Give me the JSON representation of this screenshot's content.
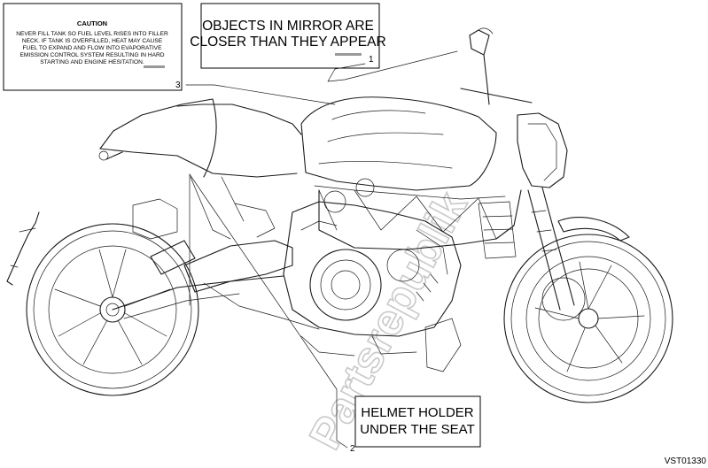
{
  "caution_decal": {
    "title": "CAUTION",
    "lines": [
      "NEVER FILL TANK SO FUEL LEVEL RISES INTO FILLER",
      "NECK. IF TANK IS OVERFILLED, HEAT MAY CAUSE",
      "FUEL TO EXPAND AND FLOW INTO EVAPORATIVE",
      "EMISSION CONTROL SYSTEM RESULTING IN HARD",
      "STARTING AND ENGINE HESITATION."
    ]
  },
  "mirror_decal": {
    "line1": "OBJECTS IN MIRROR ARE",
    "line2": "CLOSER THAN THEY APPEAR"
  },
  "helmet_decal": {
    "line1": "HELMET HOLDER",
    "line2": "UNDER THE SEAT"
  },
  "callouts": {
    "one": "1",
    "two": "2",
    "three": "3"
  },
  "drawing_code": "VST01330",
  "watermark": "Partsrepublik"
}
